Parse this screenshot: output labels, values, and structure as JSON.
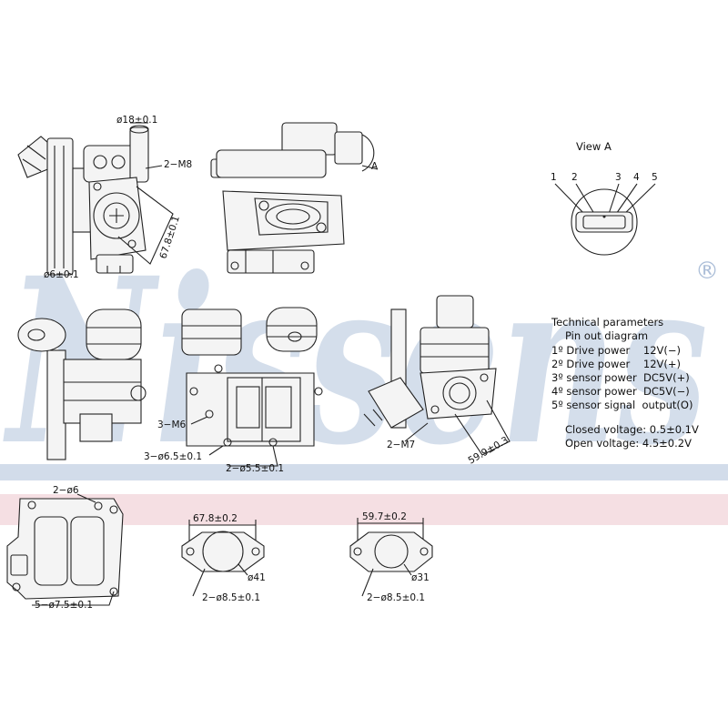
{
  "brand": {
    "watermark": "Nissens",
    "registered_mark": "®",
    "band_color": "#7f9cc4",
    "pink_band_color": "#ecc4cc"
  },
  "views": {
    "view_a_title": "View A",
    "arrow_label": "A",
    "pins": [
      "1",
      "2",
      "3",
      "4",
      "5"
    ]
  },
  "dimensions": {
    "d18": "ø18±0.1",
    "m8": "2−M8",
    "d67_8_side": "67.8±0.1",
    "d6_side": "ø6±0.1",
    "m6": "3−M6",
    "d6_5": "3−ø6.5±0.1",
    "d5_5": "2−ø5.5±0.1",
    "m7": "2−M7",
    "d59_9": "59.9±0.3",
    "gasket1_holes": "2−ø6",
    "gasket1_bottom": "5−ø7.5±0.1",
    "gasket2_width": "67.8±0.2",
    "gasket2_bore": "ø41",
    "gasket2_bolt": "2−ø8.5±0.1",
    "gasket3_width": "59.7±0.2",
    "gasket3_bore": "ø31",
    "gasket3_bolt": "2−ø8.5±0.1"
  },
  "technical": {
    "title": "Technical parameters",
    "subtitle": "Pin out diagram",
    "pins": [
      "1º Drive power    12V(−)",
      "2º Drive power    12V(+)",
      "3º sensor power  DC5V(+)",
      "4º sensor power  DC5V(−)",
      "5º sensor signal  output(O)"
    ],
    "closed_voltage": "Closed voltage: 0.5±0.1V",
    "open_voltage": "Open voltage: 4.5±0.2V"
  }
}
